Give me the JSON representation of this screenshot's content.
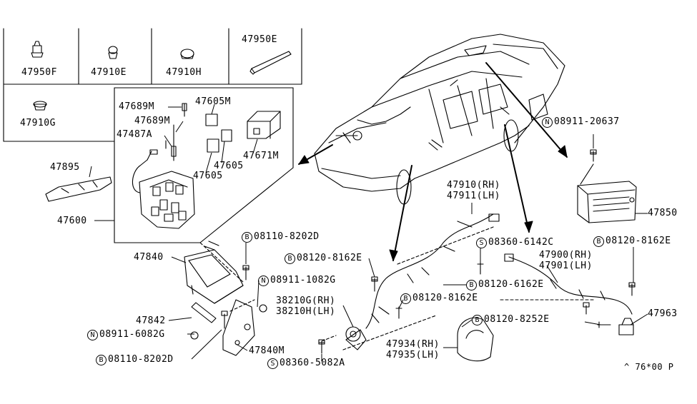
{
  "labels": {
    "p47950F": "47950F",
    "p47910E": "47910E",
    "p47910H": "47910H",
    "p47950E": "47950E",
    "p47910G": "47910G",
    "p47689M_a": "47689M",
    "p47605M": "47605M",
    "p47689M_b": "47689M",
    "p47487A": "47487A",
    "p47671M": "47671M",
    "p47605_a": "47605",
    "p47605_b": "47605",
    "p47895": "47895",
    "p47600": "47600",
    "p47840": "47840",
    "p47842": "47842",
    "p47840M": "47840M",
    "p47910RH": "47910(RH)",
    "p47911LH": "47911(LH)",
    "p47900RH": "47900(RH)",
    "p47901LH": "47901(LH)",
    "p47850": "47850",
    "p47963": "47963",
    "p38210G": "38210G(RH)",
    "p38210H": "38210H(LH)",
    "p47934": "47934(RH)",
    "p47935": "47935(LH)",
    "footer": "^ 76*00 P"
  },
  "fasteners": {
    "n08911_20637": {
      "prefix": "N",
      "code": "08911-20637"
    },
    "b08110_8202D_a": {
      "prefix": "B",
      "code": "08110-8202D"
    },
    "n08911_1082G": {
      "prefix": "N",
      "code": "08911-1082G"
    },
    "b08120_8162E_a": {
      "prefix": "B",
      "code": "08120-8162E"
    },
    "s08360_6142C": {
      "prefix": "S",
      "code": "08360-6142C"
    },
    "b08120_8162E_b": {
      "prefix": "B",
      "code": "08120-8162E"
    },
    "b08120_6162E": {
      "prefix": "B",
      "code": "08120-6162E"
    },
    "b08120_8162E_c": {
      "prefix": "B",
      "code": "08120-8162E"
    },
    "b08120_8252E": {
      "prefix": "B",
      "code": "08120-8252E"
    },
    "n08911_6082G": {
      "prefix": "N",
      "code": "08911-6082G"
    },
    "b08110_8202D_b": {
      "prefix": "B",
      "code": "08110-8202D"
    },
    "s08360_5082A": {
      "prefix": "S",
      "code": "08360-5082A"
    }
  }
}
